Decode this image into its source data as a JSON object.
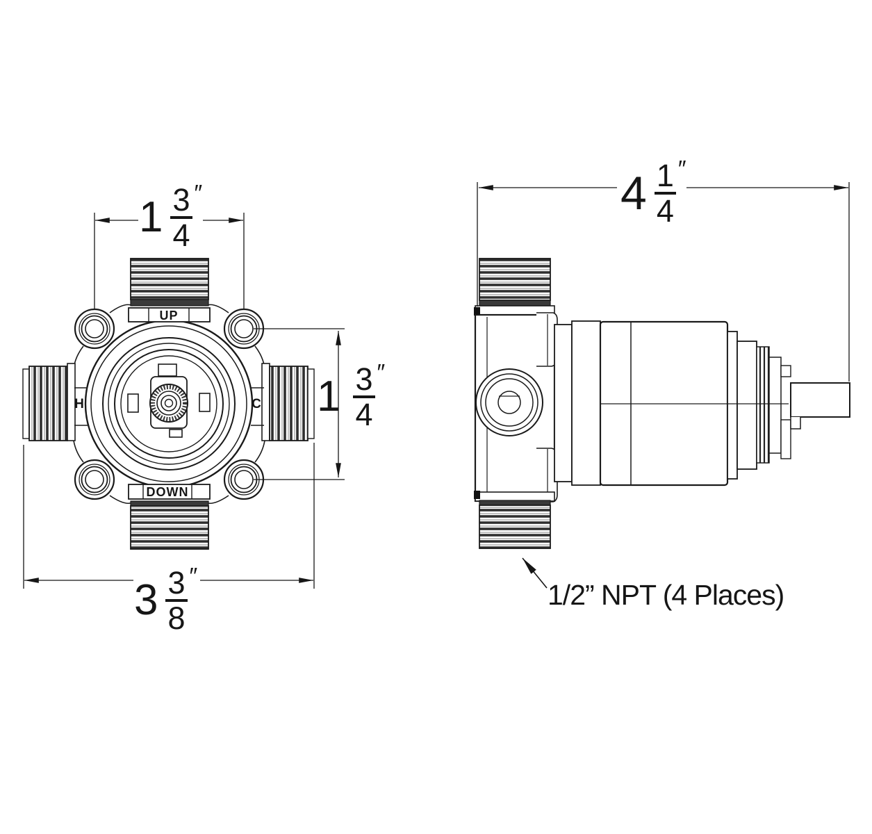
{
  "front_view": {
    "port_labels": {
      "up": "UP",
      "down": "DOWN",
      "hot": "H",
      "cold": "C"
    },
    "dim_top": {
      "whole": "1",
      "num": "3",
      "den": "4",
      "unit": "″"
    },
    "dim_right": {
      "whole": "1",
      "num": "3",
      "den": "4",
      "unit": "″"
    },
    "dim_bottom": {
      "whole": "3",
      "num": "3",
      "den": "8",
      "unit": "″"
    }
  },
  "side_view": {
    "dim_width": {
      "whole": "4",
      "num": "1",
      "den": "4",
      "unit": "″"
    },
    "callout": "1/2” NPT (4 Places)"
  },
  "colors": {
    "line": "#1a1a1a",
    "background": "#ffffff",
    "text": "#161616"
  }
}
